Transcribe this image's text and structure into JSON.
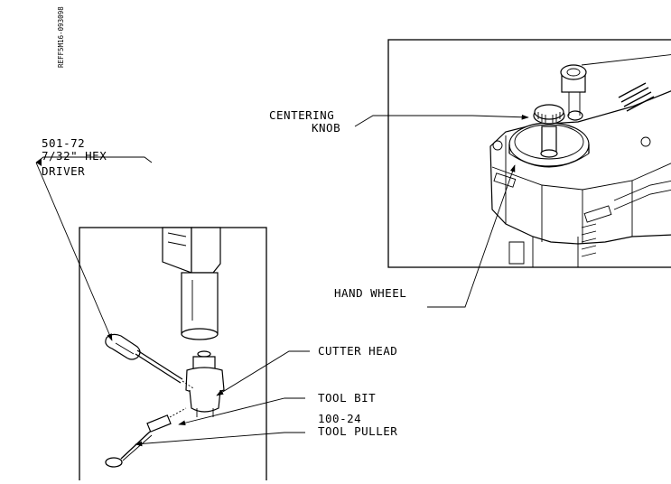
{
  "reference_code": "REFF5M16-093098",
  "labels": {
    "hex_driver_part": "501-72",
    "hex_driver_size": "7/32\" HEX",
    "hex_driver_name": "DRIVER",
    "centering_knob_line1": "CENTERING",
    "centering_knob_line2": "KNOB",
    "hand_wheel": "HAND WHEEL",
    "cutter_head": "CUTTER HEAD",
    "tool_bit": "TOOL BIT",
    "tool_puller_part": "100-24",
    "tool_puller_name": "TOOL PULLER"
  }
}
